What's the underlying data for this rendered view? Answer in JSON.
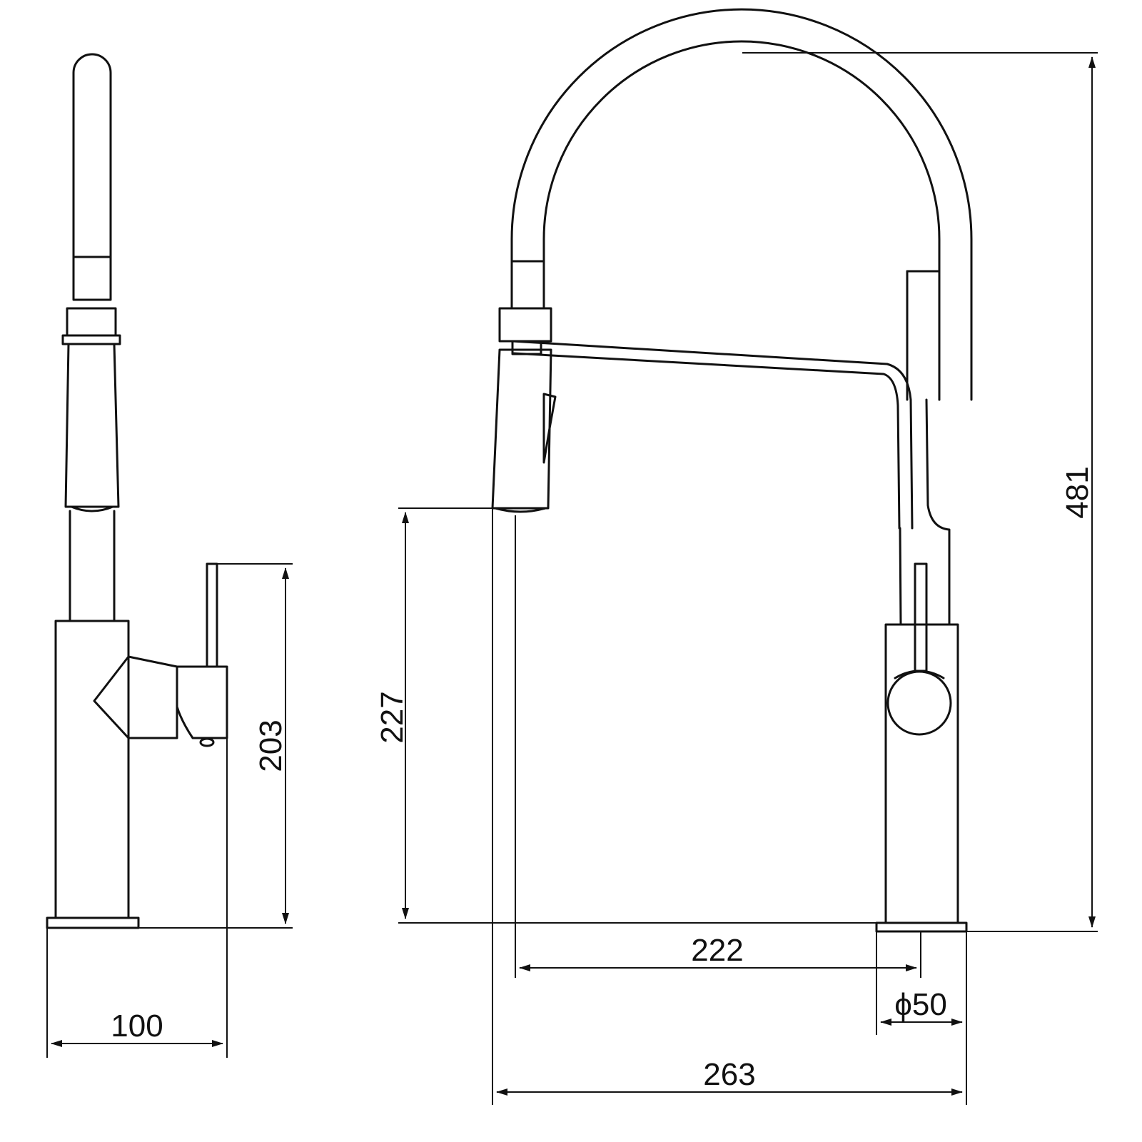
{
  "dimensions": {
    "side_base_width": "100",
    "side_handle_height": "203",
    "spout_outlet_height": "227",
    "spout_reach": "222",
    "base_diameter": "ϕ50",
    "overall_width": "263",
    "overall_height": "481"
  }
}
